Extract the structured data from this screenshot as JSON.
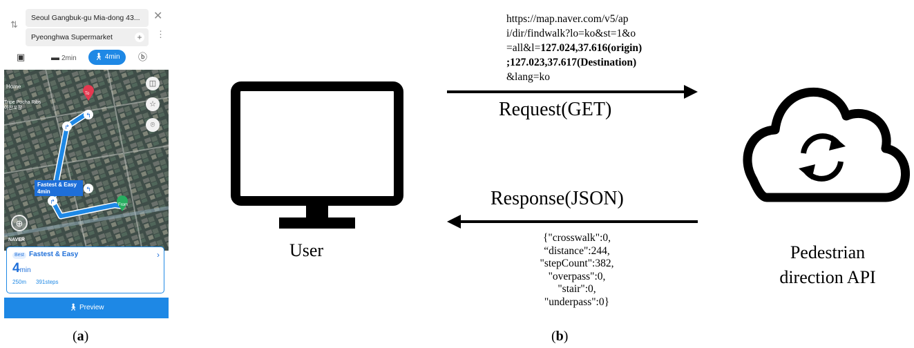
{
  "phone": {
    "origin": "Seoul Gangbuk-gu Mia-dong 43...",
    "destination": "Pyeonghwa Supermarket",
    "modes": {
      "car_time": "2min",
      "walk_time": "4min"
    },
    "map": {
      "home_label": "Home",
      "bar_label_line1": "Tripe Pocha Ribs",
      "bar_label_line2": "아찬꼬장",
      "to_pin": "To",
      "from_pin": "From",
      "route_tag_line1": "Fastest & Easy",
      "route_tag_line2": "4min",
      "logo": "NAVER"
    },
    "card": {
      "badge": "Best",
      "title": "Fastest & Easy",
      "time_num": "4",
      "time_unit": "min",
      "distance": "250m",
      "steps": "391steps"
    },
    "preview_label": "Preview"
  },
  "captions": {
    "a": "a",
    "b": "b"
  },
  "diagram": {
    "user_label": "User",
    "api_label_line1": "Pedestrian",
    "api_label_line2": "direction API",
    "request_label": "Request(GET)",
    "response_label": "Response(JSON)",
    "url_lines": {
      "l1": "https://map.naver.com/v5/ap",
      "l2": "i/dir/findwalk?lo=ko&st=1&o",
      "l3_plain": "=all&l=",
      "l3_bold": "127.024,37.616(origin)",
      "l4": ";127.023,37.617(Destination)",
      "l5": "&lang=ko"
    },
    "json_lines": [
      "{\"crosswalk\":0,",
      "“distance\":244,",
      "\"stepCount\":382,",
      "\"overpass\":0,",
      "\"stair\":0,",
      "\"underpass\":0}"
    ]
  }
}
